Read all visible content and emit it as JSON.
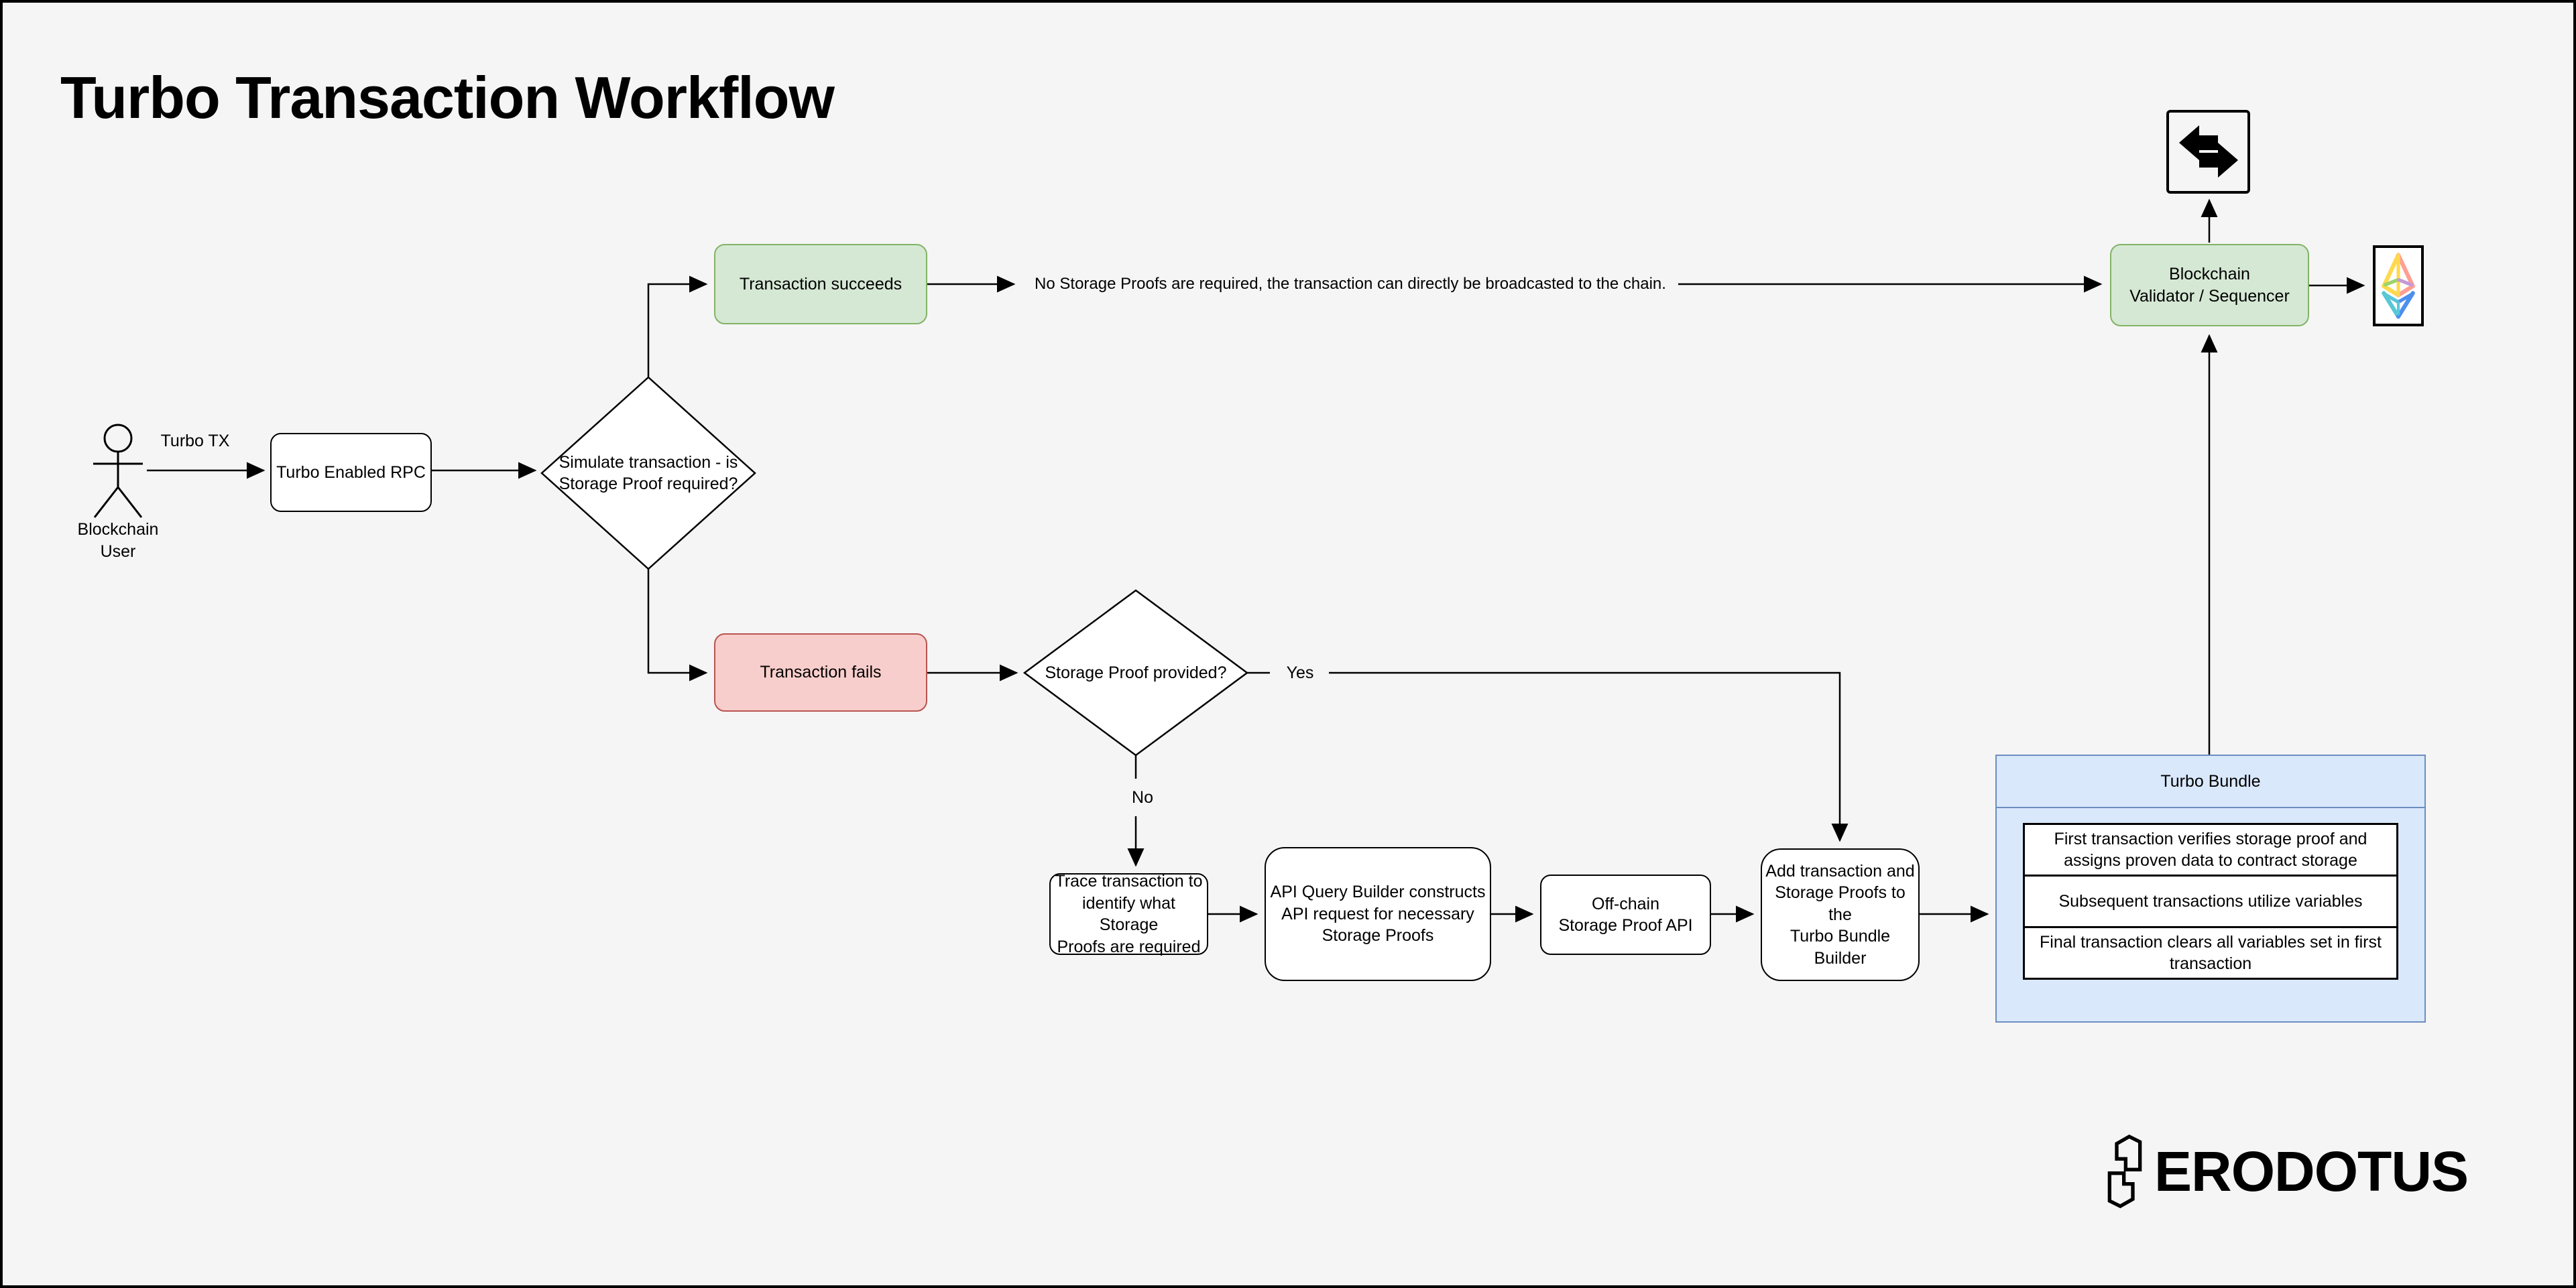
{
  "title": "Turbo Transaction Workflow",
  "actor": {
    "label": "Blockchain\nUser"
  },
  "edges": {
    "turbo_tx": "Turbo TX",
    "yes": "Yes",
    "no": "No"
  },
  "nodes": {
    "rpc": "Turbo Enabled RPC",
    "decision_simulate": "Simulate transaction - is\nStorage Proof required?",
    "tx_succeeds": "Transaction succeeds",
    "validator": "Blockchain\nValidator / Sequencer",
    "tx_fails": "Transaction fails",
    "decision_proof": "Storage Proof provided?",
    "trace": "Trace transaction to\nidentify what Storage\nProofs are required",
    "api_builder": "API Query Builder constructs\nAPI request for necessary\nStorage Proofs",
    "offchain": "Off-chain\nStorage Proof API",
    "add_bundle": "Add transaction and\nStorage Proofs to the\nTurbo Bundle Builder"
  },
  "notes": {
    "no_proof": "No Storage Proofs are required, the transaction can directly be broadcasted to the chain."
  },
  "bundle": {
    "title": "Turbo Bundle",
    "items": [
      "First transaction verifies storage proof and assigns proven data to contract storage",
      "Subsequent transactions utilize variables",
      "Final transaction clears all variables set in first transaction"
    ]
  },
  "logo": {
    "wordmark": "ERODOTUS"
  },
  "colors": {
    "background": "#f5f5f5",
    "success_fill": "#d5e8d4",
    "success_stroke": "#82b366",
    "fail_fill": "#f8cecc",
    "fail_stroke": "#b85450",
    "bundle_fill": "#dae8fc",
    "bundle_stroke": "#6c8ebf",
    "line": "#000000"
  }
}
